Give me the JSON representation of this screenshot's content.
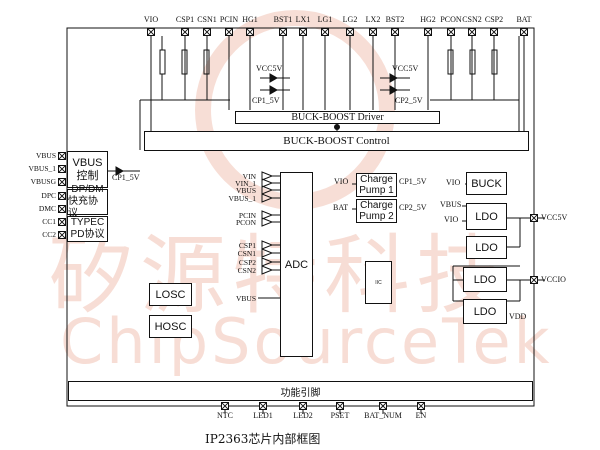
{
  "colors": {
    "line": "#111111",
    "watermark": "#e9a089",
    "background": "#ffffff"
  },
  "top_pins": [
    "VIO",
    "CSP1",
    "CSN1",
    "PCIN",
    "HG1",
    "BST1",
    "LX1",
    "LG1",
    "LG2",
    "LX2",
    "BST2",
    "HG2",
    "PCON",
    "CSN2",
    "CSP2",
    "BAT"
  ],
  "left_pins": [
    "VBUS",
    "VBUS_1",
    "VBUSG",
    "DPC",
    "DMC",
    "CC1",
    "CC2"
  ],
  "bottom_pins": [
    "NTC",
    "LED1",
    "LED2",
    "PSET",
    "BAT_NUM",
    "EN"
  ],
  "right_pins": [
    "VCC5V",
    "VCCIO"
  ],
  "labels": {
    "vcc5v_left": "VCC5V",
    "cp1_5v_left": "CP1_5V",
    "vcc5v_right": "VCC5V",
    "cp2_5v_right": "CP2_5V",
    "cp1_5v_vbus": "CP1_5V",
    "vdd": "VDD"
  },
  "blocks": {
    "buck_boost_driver": "BUCK-BOOST Driver",
    "buck_boost_control": "BUCK-BOOST Control",
    "vbus_ctrl_line1": "VBUS",
    "vbus_ctrl_line2": "控制",
    "dpdm_line1": "DP/DM",
    "dpdm_line2": "快充协议",
    "typec_line1": "TYPEC",
    "typec_line2": "PD协议",
    "adc": "ADC",
    "cp1_line1": "Charge",
    "cp1_line2": "Pump 1",
    "cp2_line1": "Charge",
    "cp2_line2": "Pump 2",
    "buck": "BUCK",
    "ldo1": "LDO",
    "ldo2": "LDO",
    "ldo3": "LDO",
    "ldo4": "LDO",
    "losc": "LOSC",
    "hosc": "HOSC",
    "iic": "IIC",
    "func_pins": "功能引脚"
  },
  "adc_inputs": [
    "VIN",
    "VIN_1",
    "VBUS",
    "VBUS_1",
    "PCIN",
    "PCON",
    "CSP1",
    "CSN1",
    "CSP2",
    "CSN2",
    "VBUS"
  ],
  "cp_inputs": {
    "cp1_in": "VIO",
    "cp1_out": "CP1_5V",
    "cp2_in": "BAT",
    "cp2_out": "CP2_5V"
  },
  "regulator_inputs": {
    "buck_in": "VIO",
    "ldo1_in_a": "VBUS",
    "ldo1_in_b": "VIO"
  },
  "caption": "IP2363芯片内部框图",
  "watermark": {
    "chinese": "矽源特科技",
    "english": "ChipSourceTek"
  }
}
